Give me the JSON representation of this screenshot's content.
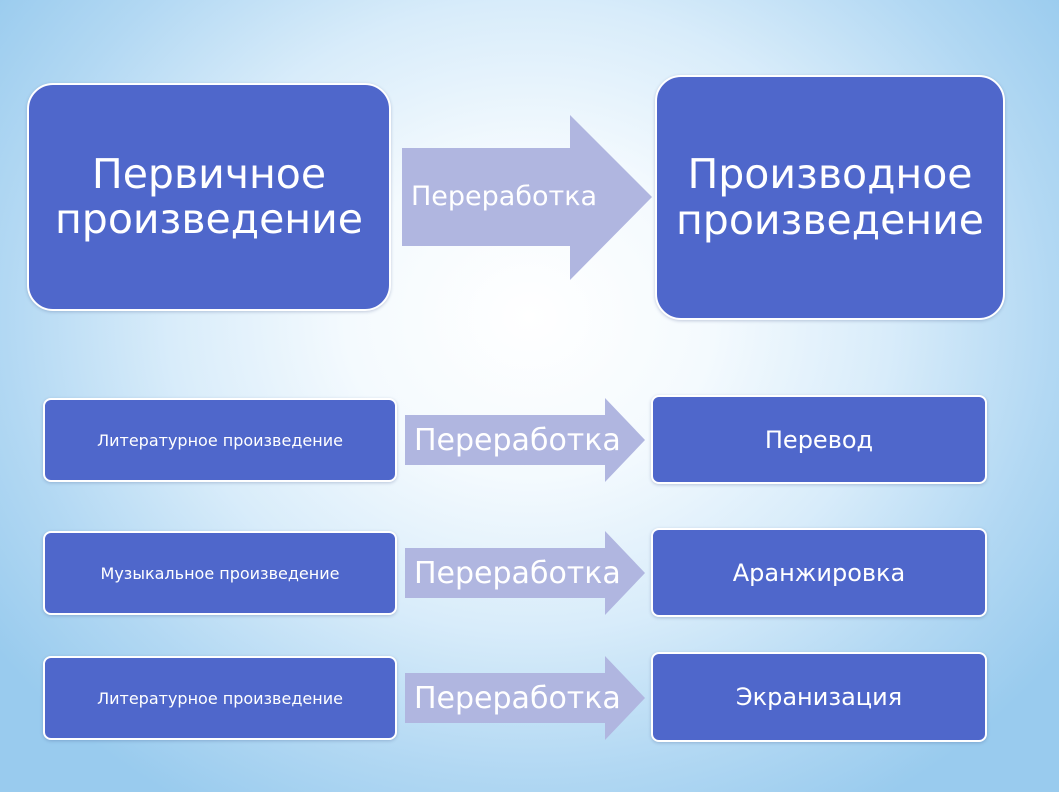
{
  "top": {
    "source": "Первичное\nпроизведение",
    "process": "Переработка",
    "result": "Производное\nпроизведение"
  },
  "rows": [
    {
      "source": "Литературное произведение",
      "process": "Переработка",
      "result": "Перевод"
    },
    {
      "source": "Музыкальное произведение",
      "process": "Переработка",
      "result": "Аранжировка"
    },
    {
      "source": "Литературное произведение",
      "process": "Переработка",
      "result": "Экранизация"
    }
  ],
  "colors": {
    "box": "#4f67cb",
    "box_border": "#ffffff",
    "arrow": "#b0b6e0",
    "text": "#ffffff"
  }
}
